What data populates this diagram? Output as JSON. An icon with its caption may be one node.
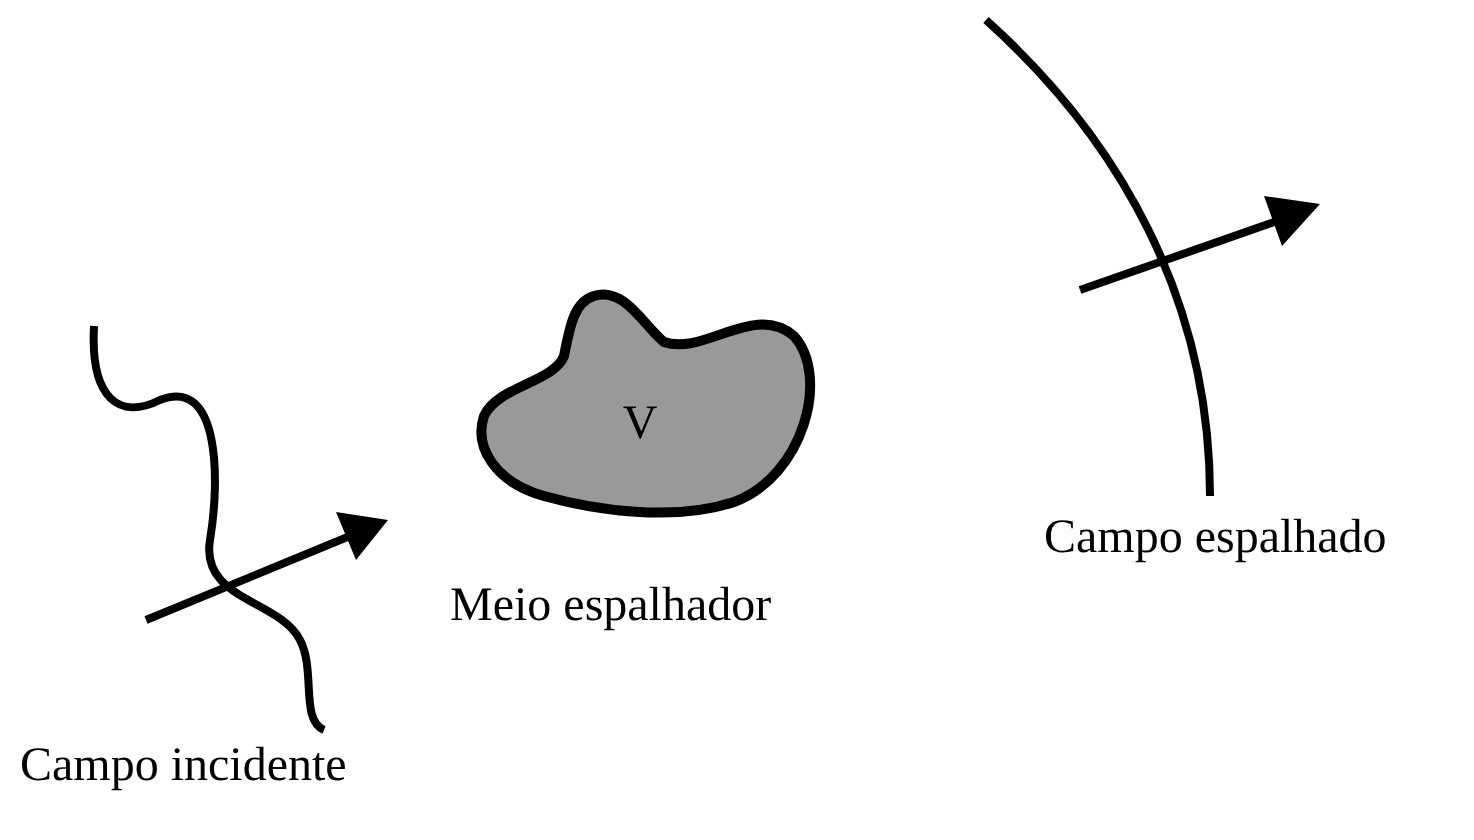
{
  "diagram": {
    "nodes": [
      {
        "text": [
          "V"
        ],
        "beside": [
          "Meio espalhador"
        ]
      }
    ],
    "labels": [
      "Campo espalhado",
      "Campo incidente"
    ]
  }
}
